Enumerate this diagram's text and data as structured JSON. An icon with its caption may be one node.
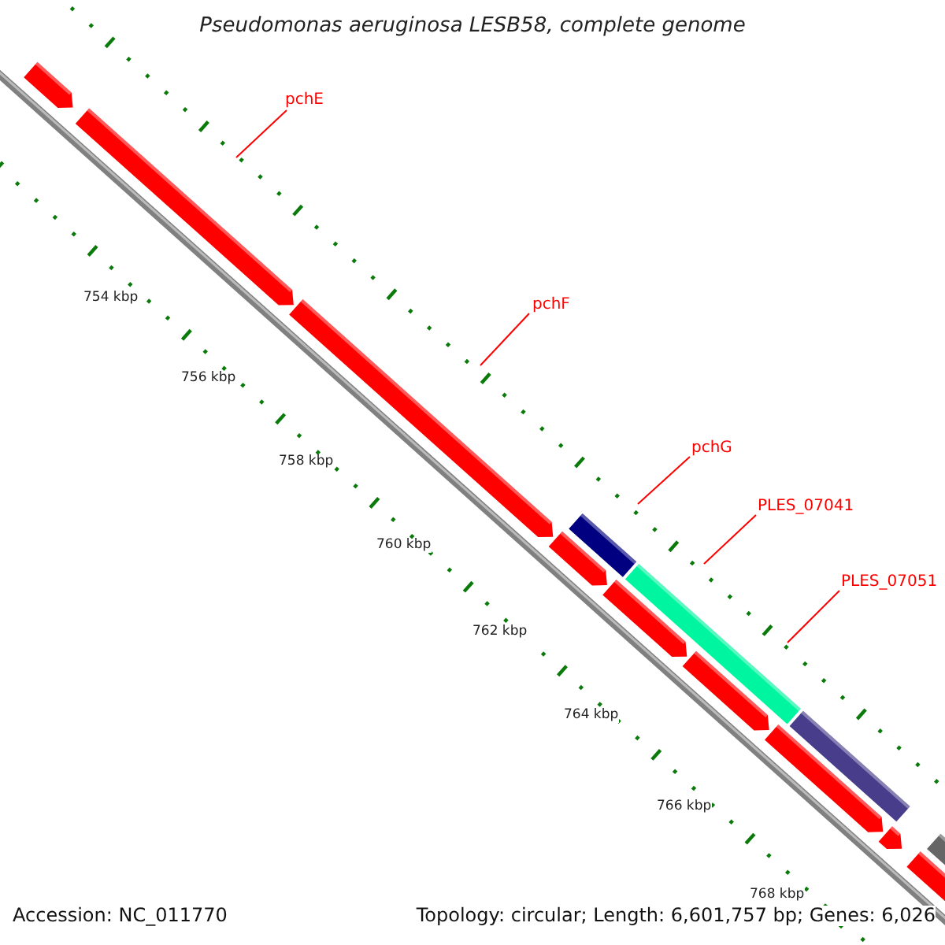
{
  "diagram": {
    "title": "Pseudomonas aeruginosa LESB58, complete genome",
    "nodes": [
      {
        "text": [
          "pchE"
        ]
      },
      {
        "text": [
          "pchF"
        ]
      },
      {
        "text": [
          "pchG"
        ]
      },
      {
        "text": [
          "PLES_07041"
        ]
      },
      {
        "text": [
          "PLES_07051"
        ]
      }
    ],
    "edges": [
      {
        "from": 0,
        "to": null,
        "arrow": "none"
      },
      {
        "from": 1,
        "to": null,
        "arrow": "none"
      },
      {
        "from": 2,
        "to": null,
        "arrow": "none"
      },
      {
        "from": 3,
        "to": null,
        "arrow": "none"
      },
      {
        "from": 4,
        "to": null,
        "arrow": "none"
      }
    ],
    "labels": [
      "754 kbp",
      "756 kbp",
      "758 kbp",
      "760 kbp",
      "762 kbp",
      "764 kbp",
      "766 kbp",
      "768 kbp",
      "Accession: NC_011770",
      "Topology: circular; Length: 6,601,757 bp; Genes: 6,026"
    ]
  }
}
